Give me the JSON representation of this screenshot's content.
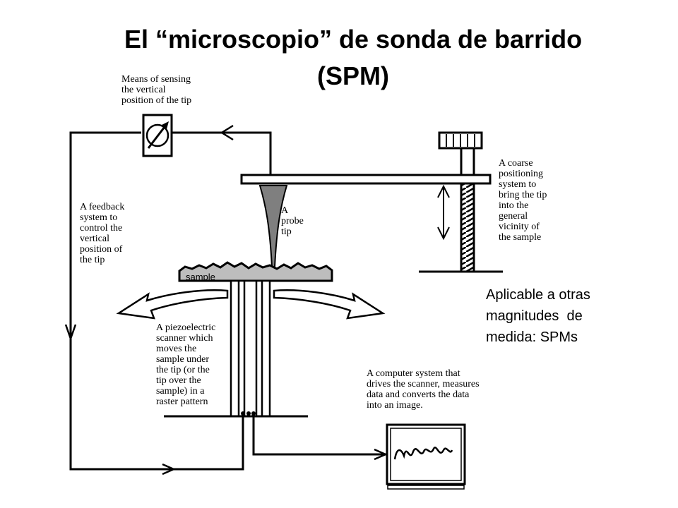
{
  "title": {
    "line1": "El “microscopio” de sonda de barrido",
    "line2": "(SPM)"
  },
  "labels": {
    "sensing": "Means of sensing\nthe vertical\nposition of the tip",
    "feedback": "A feedback\nsystem to\ncontrol the\nvertical\nposition of\nthe tip",
    "coarse": "A coarse\npositioning\nsystem to\nbring the tip\ninto the\ngeneral\nvicinity of\nthe sample",
    "probe": "A\nprobe\ntip",
    "sample": "sample",
    "piezo": "A piezoelectric\nscanner which\nmoves the\nsample under\nthe tip (or the\ntip over the\nsample) in a\nraster pattern",
    "computer": "A computer system that\ndrives the scanner, measures\ndata and converts the data\ninto an image."
  },
  "note": "Aplicable a otras\nmagnitudes  de\nmedida: SPMs",
  "icons": [
    "meter-dial-icon",
    "monitor-icon",
    "coarse-screw-icon"
  ],
  "colors": {
    "ink": "#000000",
    "probe": "#7f7f7f",
    "sample": "#bdbdbd"
  }
}
